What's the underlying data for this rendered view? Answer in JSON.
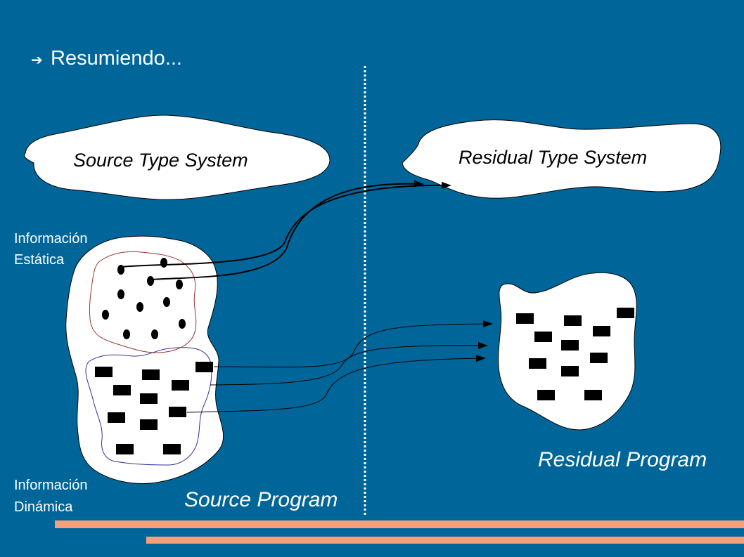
{
  "slide": {
    "title_arrow": "➔",
    "title": "Resumiendo...",
    "background_color": "#006699",
    "accent_color": "#F4A07A"
  },
  "diagram": {
    "source_type_system": "Source Type System",
    "residual_type_system": "Residual Type System",
    "static_info_line1": "Información",
    "static_info_line2": "Estática",
    "dynamic_info_line1": "Información",
    "dynamic_info_line2": "Dinámica",
    "source_program": "Source Program",
    "residual_program": "Residual Program"
  }
}
